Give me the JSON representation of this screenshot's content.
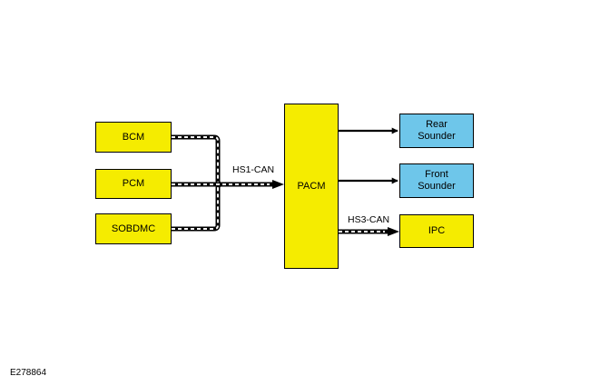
{
  "colors": {
    "module_fill": "#F5EC00",
    "sounder_fill": "#6EC6EA",
    "line": "#000000",
    "dash": "#ffffff"
  },
  "modules": {
    "bcm": "BCM",
    "pcm": "PCM",
    "sobdmc": "SOBDMC",
    "pacm": "PACM",
    "ipc": "IPC",
    "rear_sounder": [
      "Rear",
      "Sounder"
    ],
    "front_sounder": [
      "Front",
      "Sounder"
    ]
  },
  "bus_labels": {
    "hs1": "HS1-CAN",
    "hs3": "HS3-CAN"
  },
  "figure_id": "E278864"
}
